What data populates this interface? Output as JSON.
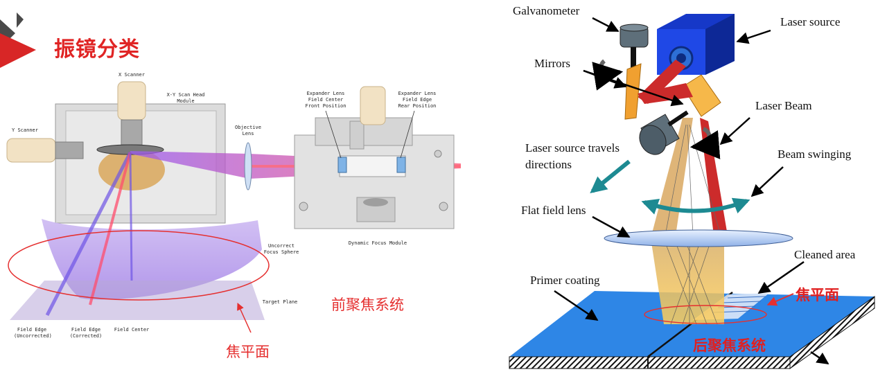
{
  "slide": {
    "title": "振镜分类",
    "accent_color": "#d82626"
  },
  "left_diagram": {
    "labels": {
      "x_scanner": "X Scanner",
      "xy_scan_head_line1": "X-Y Scan Head",
      "xy_scan_head_line2": "Module",
      "y_scanner": "Y Scanner",
      "objective_lens_line1": "Objective",
      "objective_lens_line2": "Lens",
      "expander_front_line1": "Expander Lens",
      "expander_front_line2": "Field Center",
      "expander_front_line3": "Front Position",
      "expander_rear_line1": "Expander Lens",
      "expander_rear_line2": "Field Edge",
      "expander_rear_line3": "Rear Position",
      "dynamic_focus_module": "Dynamic Focus Module",
      "uncorrect_sphere_line1": "Uncorrect",
      "uncorrect_sphere_line2": "Focus Sphere",
      "target_plane": "Target Plane",
      "field_edge_uncorrected_line1": "Field Edge",
      "field_edge_uncorrected_line2": "(Uncorrected)",
      "field_edge_corrected_line1": "Field Edge",
      "field_edge_corrected_line2": "(Corrected)",
      "field_center": "Field Center"
    },
    "caption_system": "前聚焦系统",
    "caption_focal_plane": "焦平面"
  },
  "right_diagram": {
    "labels": {
      "galvanometer": "Galvanometer",
      "laser_source": "Laser source",
      "mirrors": "Mirrors",
      "laser_beam": "Laser Beam",
      "travel_line1": "Laser source travels",
      "travel_line2": "directions",
      "beam_swinging": "Beam swinging",
      "flat_field_lens": "Flat field lens",
      "cleaned_area": "Cleaned area",
      "primer_coating": "Primer coating"
    },
    "caption_focal_plane": "焦平面",
    "caption_system": "后聚焦系统"
  }
}
